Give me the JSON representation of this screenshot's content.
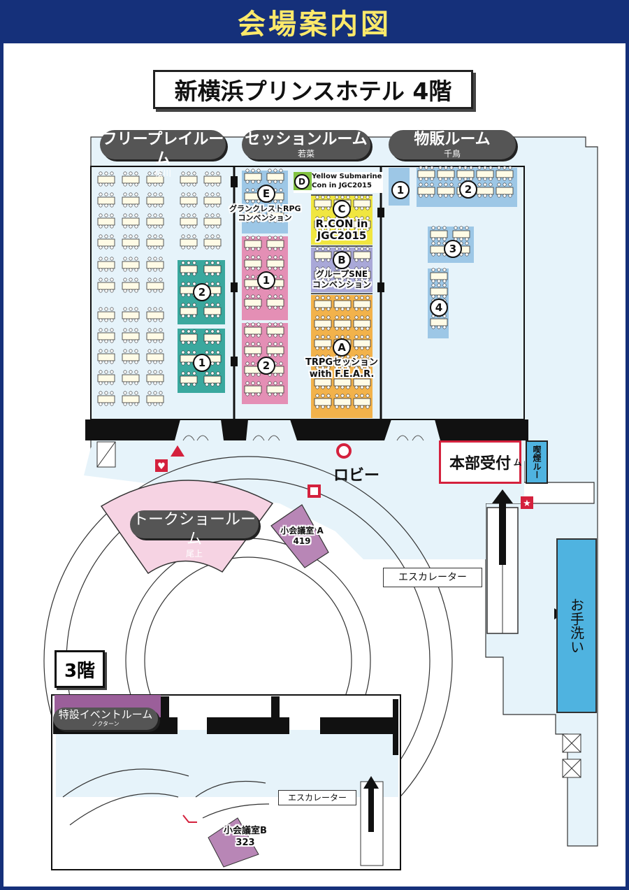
{
  "header": {
    "title": "会場案内図"
  },
  "floor4": {
    "title": "新横浜プリンスホテル 4階"
  },
  "rooms": {
    "free_play": {
      "name": "フリープレイルーム",
      "sub": "桜川"
    },
    "session": {
      "name": "セッションルーム",
      "sub": "若菜"
    },
    "shop": {
      "name": "物販ルーム",
      "sub": "千鳥"
    },
    "talk": {
      "name": "トークショールーム",
      "sub": "尾上"
    },
    "event": {
      "name": "特設イベントルーム",
      "sub": "ノクターン"
    }
  },
  "areas": {
    "e": {
      "mark": "E",
      "text": "グランクレストRPG\nコンベンション"
    },
    "d": {
      "mark": "D",
      "text": "Yellow Submarine\nCon in JGC2015"
    },
    "c": {
      "mark": "C",
      "text": "R.CON in\nJGC2015"
    },
    "b": {
      "mark": "B",
      "text": "グループSNE\nコンベンション"
    },
    "a": {
      "mark": "A",
      "text": "TRPGセッション\nwith F.E.A.R."
    }
  },
  "zone_numbers": {
    "one": "1",
    "two": "2",
    "three": "3",
    "four": "4"
  },
  "labels": {
    "lobby": "ロビー",
    "reception": "本部受付",
    "smoking": "喫煙ルーム",
    "escalator_4f": "エスカレーター",
    "escalator_3f": "エスカレーター",
    "restroom": "お手洗い",
    "meeting_a_name": "小会議室 A",
    "meeting_a_num": "419",
    "meeting_b_name": "小会議室B",
    "meeting_b_num": "323",
    "floor3": "3階"
  },
  "colors": {
    "frame": "#15307a",
    "title": "#fde96a",
    "teal": "#3aa89e",
    "pink": "#e48fb5",
    "light_blue": "#9dc7e6",
    "yellow": "#f0e640",
    "lavender": "#a9a8d8",
    "orange": "#f2b24b",
    "green": "#82c341",
    "purple": "#b886b6",
    "pale_pink": "#f6d3e3",
    "floor": "#e6f3fa",
    "red": "#d4213d"
  }
}
